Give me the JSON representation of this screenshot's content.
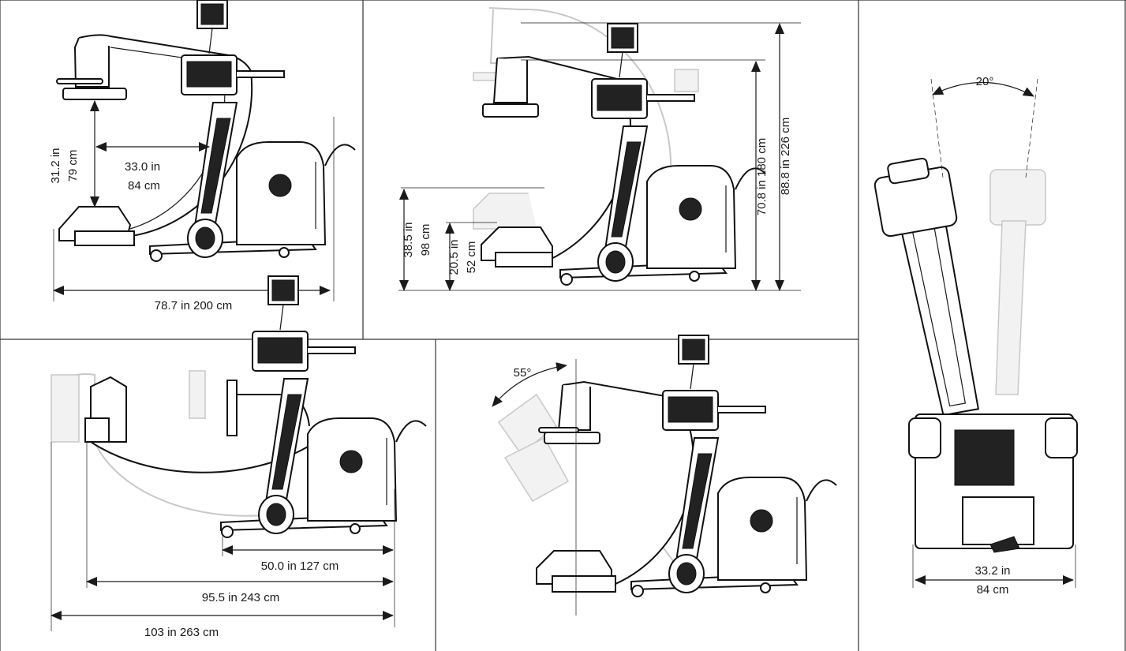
{
  "panels": {
    "side_view": {
      "height_in": "31.2 in",
      "height_cm": "79 cm",
      "depth_in": "33.0 in",
      "depth_cm": "84 cm",
      "length": "78.7 in  200 cm"
    },
    "raised_view": {
      "low_in": "38.5 in",
      "low_cm": "98 cm",
      "min_in": "20.5 in",
      "min_cm": "52 cm",
      "mid": "70.8 in 180 cm",
      "max": "88.8 in 226 cm"
    },
    "rotation_view": {
      "angle": "20°",
      "width_in": "33.2 in",
      "width_cm": "84 cm"
    },
    "orbital_view": {
      "short": "50.0 in  127 cm",
      "mid": "95.5 in  243 cm",
      "long": "103 in  263 cm"
    },
    "angulation_view": {
      "angle": "55°"
    }
  },
  "icons": {
    "logo": "ge-logo-icon",
    "device": "c-arm-icon"
  }
}
